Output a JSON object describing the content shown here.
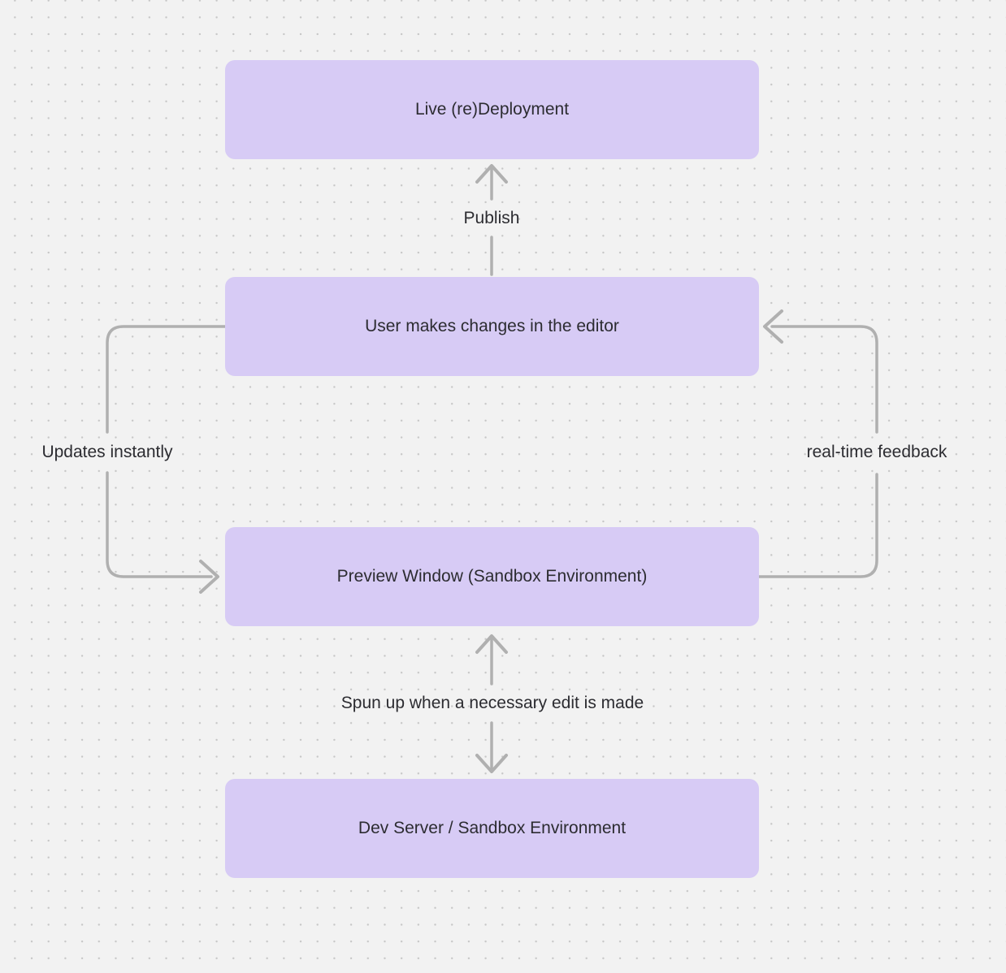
{
  "theme": {
    "background": "#f2f2f2",
    "dot_grid": "#c6c6c6",
    "node_fill": "#d7cbf5",
    "arrow": "#b0b0b0",
    "text": "#2c2c31"
  },
  "nodes": [
    {
      "id": "live-redeployment",
      "label": "Live (re)Deployment"
    },
    {
      "id": "user-editor",
      "label": "User makes changes in the editor"
    },
    {
      "id": "preview-window",
      "label": "Preview Window (Sandbox Environment)"
    },
    {
      "id": "dev-server",
      "label": "Dev Server / Sandbox Environment"
    }
  ],
  "edges": [
    {
      "id": "publish",
      "label": "Publish",
      "from": "user-editor",
      "to": "live-redeployment",
      "direction": "up"
    },
    {
      "id": "updates-instantly",
      "label": "Updates instantly",
      "from": "user-editor",
      "to": "preview-window",
      "direction": "down-left-side"
    },
    {
      "id": "real-time-feedback",
      "label": "real-time feedback",
      "from": "preview-window",
      "to": "user-editor",
      "direction": "up-right-side"
    },
    {
      "id": "spun-up",
      "label": "Spun up when a necessary edit is made",
      "from": "dev-server",
      "to": "preview-window",
      "direction": "bidirectional"
    }
  ]
}
